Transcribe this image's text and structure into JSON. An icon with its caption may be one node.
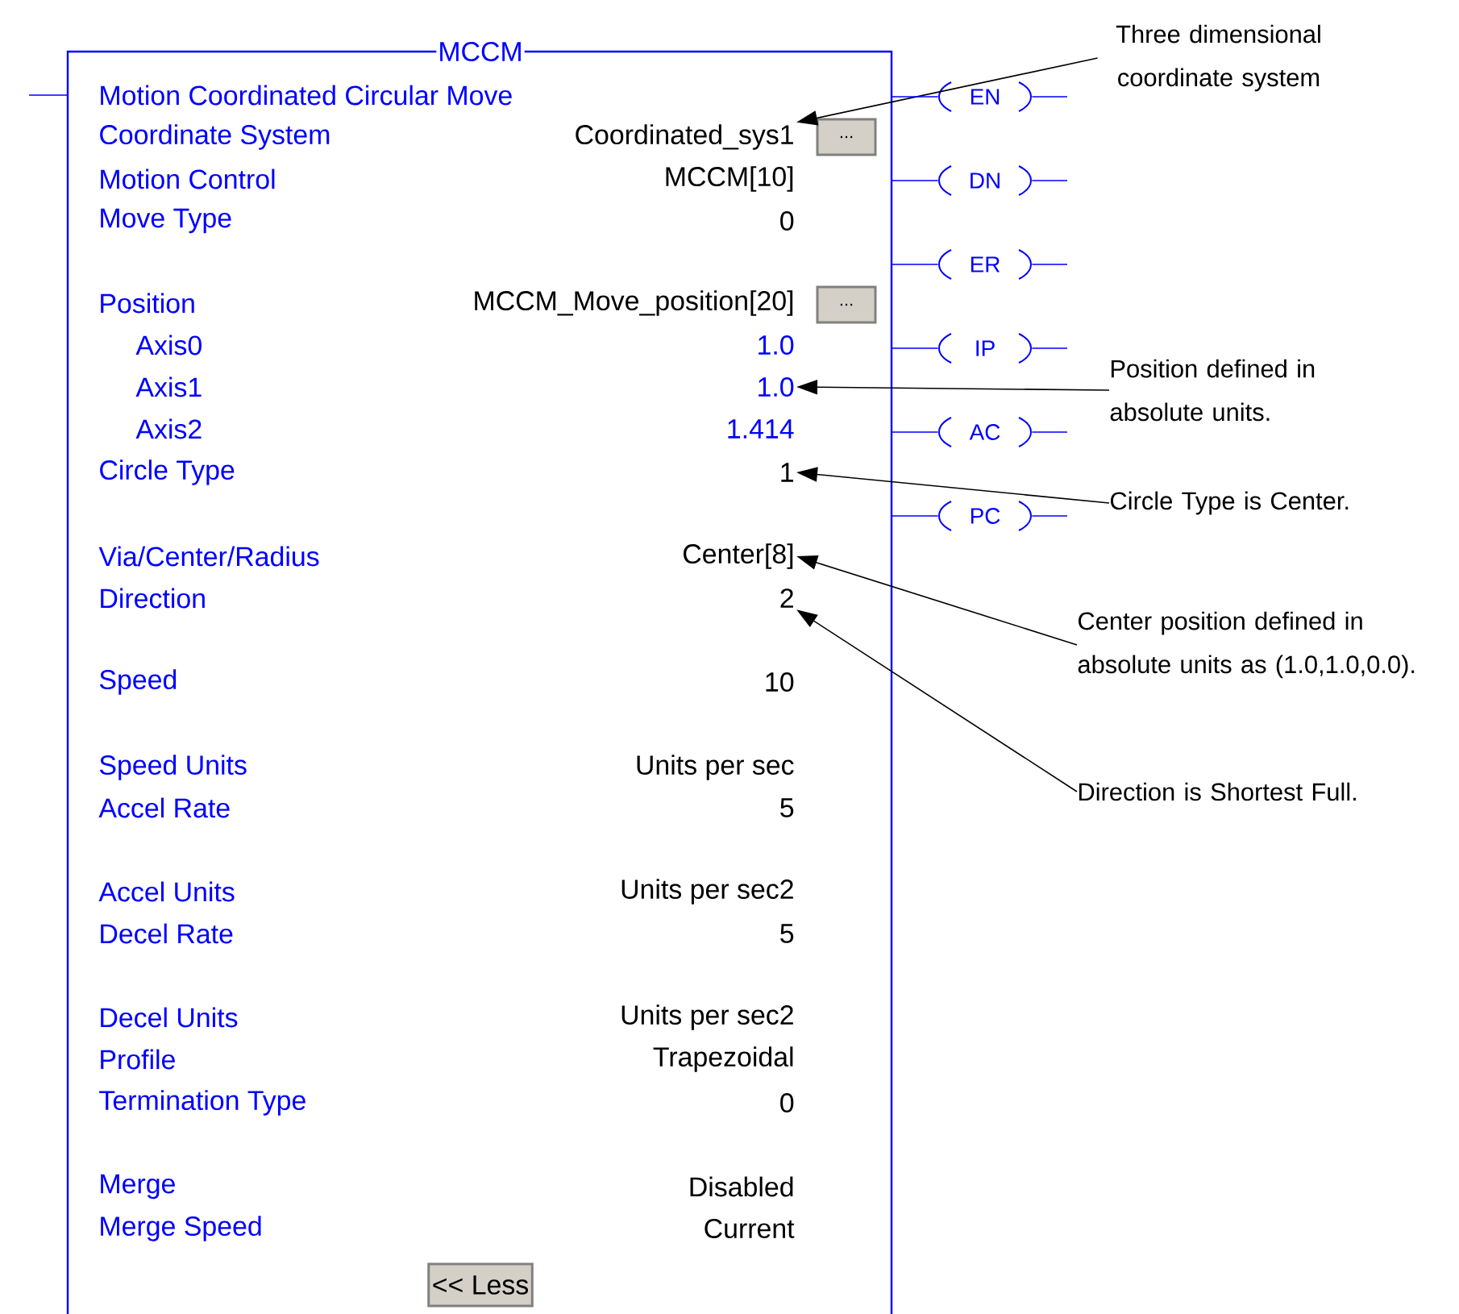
{
  "diagram": {
    "nodes": [
      {
        "text": [
          "MCCM"
        ]
      },
      {
        "text": [
          "Coordinated_sys1"
        ],
        "in": 0
      },
      {
        "text": [
          "1.0"
        ],
        "in": 0
      },
      {
        "text": [
          "1"
        ],
        "in": 0
      },
      {
        "text": [
          "Center[8]"
        ],
        "in": 0
      },
      {
        "text": [
          "2"
        ],
        "in": 0
      },
      {
        "text": [
          "Three dimensional coordinate system"
        ]
      },
      {
        "text": [
          "Position defined in absolute units."
        ]
      },
      {
        "text": [
          "Circle Type is Center."
        ]
      },
      {
        "text": [
          "Center position defined in absolute units as (1.0,1.0,0.0)."
        ]
      },
      {
        "text": [
          "Direction is Shortest Full."
        ]
      },
      {
        "text": [
          "EN"
        ]
      },
      {
        "text": [
          "DN"
        ]
      },
      {
        "text": [
          "ER"
        ]
      },
      {
        "text": [
          "IP"
        ]
      },
      {
        "text": [
          "AC"
        ]
      },
      {
        "text": [
          "PC"
        ]
      }
    ],
    "edges": [
      {
        "from": 6,
        "to": 1,
        "arrow": "to",
        "color": "#000000"
      },
      {
        "from": 7,
        "to": 2,
        "arrow": "to",
        "color": "#000000"
      },
      {
        "from": 8,
        "to": 3,
        "arrow": "to",
        "color": "#000000"
      },
      {
        "from": 9,
        "to": 4,
        "arrow": "to",
        "color": "#000000"
      },
      {
        "from": 10,
        "to": 5,
        "arrow": "to",
        "color": "#000000"
      },
      {
        "from": null,
        "to": 0,
        "arrow": "none"
      },
      {
        "from": 0,
        "to": 11,
        "arrow": "none"
      },
      {
        "from": 0,
        "to": 12,
        "arrow": "none"
      },
      {
        "from": 0,
        "to": 13,
        "arrow": "none"
      },
      {
        "from": 0,
        "to": 14,
        "arrow": "none"
      },
      {
        "from": 0,
        "to": 15,
        "arrow": "none"
      },
      {
        "from": 0,
        "to": 16,
        "arrow": "none"
      },
      {
        "from": 11,
        "to": null,
        "arrow": "none"
      },
      {
        "from": 12,
        "to": null,
        "arrow": "none"
      },
      {
        "from": 13,
        "to": null,
        "arrow": "none"
      },
      {
        "from": 14,
        "to": null,
        "arrow": "none"
      },
      {
        "from": 15,
        "to": null,
        "arrow": "none"
      },
      {
        "from": 16,
        "to": null,
        "arrow": "none"
      }
    ],
    "labels": [
      "Motion Coordinated Circular Move",
      "Coordinate System",
      "...",
      "Motion Control",
      "MCCM[10]",
      "Move Type",
      "0",
      "Position",
      "MCCM_Move_position[20]",
      "...",
      "Axis0",
      "1.0",
      "Axis1",
      "Axis2",
      "1.414",
      "Circle Type",
      "Via/Center/Radius",
      "Direction",
      "Speed",
      "10",
      "Speed Units",
      "Units per sec",
      "Accel Rate",
      "5",
      "Accel Units",
      "Units per sec2",
      "Decel Rate",
      "5",
      "Decel Units",
      "Units per sec2",
      "Profile",
      "Trapezoidal",
      "Termination Type",
      "0",
      "Merge",
      "Disabled",
      "Merge Speed",
      "Current",
      "<< Less"
    ]
  }
}
